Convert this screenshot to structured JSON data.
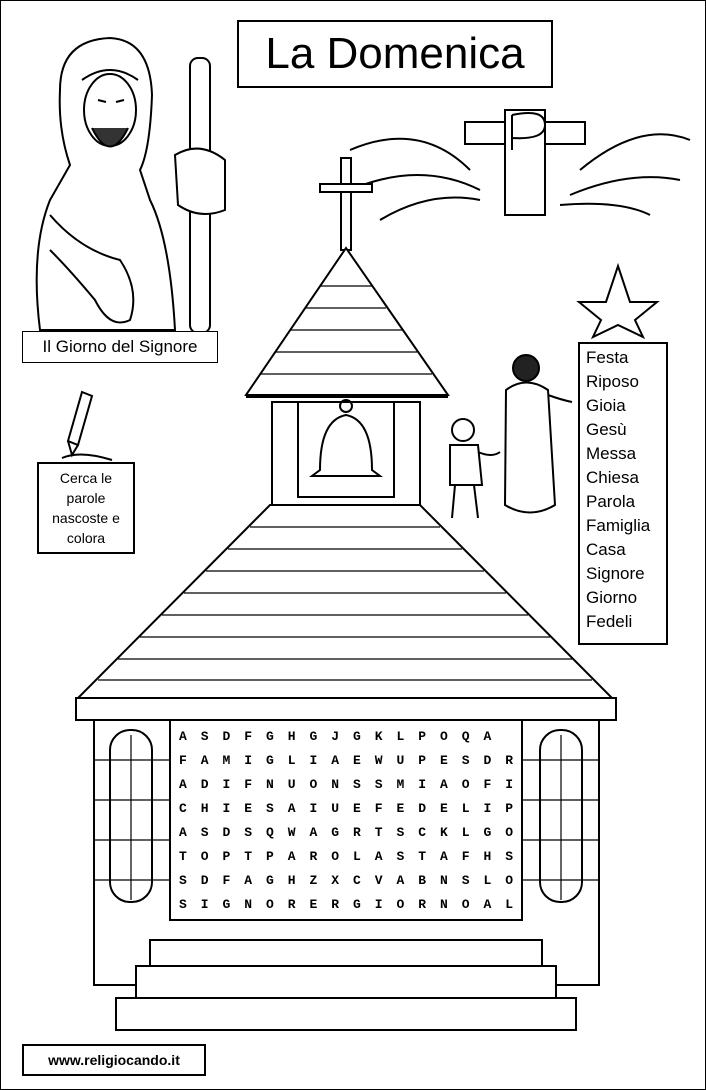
{
  "title": "La Domenica",
  "caption_giorno": "Il Giorno del Signore",
  "instructions": [
    "Cerca le",
    "parole",
    "nascoste e",
    "colora"
  ],
  "words": [
    "Festa",
    "Riposo",
    "Gioia",
    "Gesù",
    "Messa",
    "Chiesa",
    "Parola",
    "Famiglia",
    "Casa",
    "Signore",
    "Giorno",
    "Fedeli"
  ],
  "grid": [
    "ASDFGHGJGKLPOQA",
    "FAMIGLIAEWUPESDR",
    "ADIFNUONSSMIAOFI",
    "CHIESAIUEFEDELIP",
    "ASDSQWAGRTSCKLGO",
    "TOPTPAROLASTAFHS",
    "SDFAGHZXCVABNSLO",
    "SIGNORERGIORNOAL"
  ],
  "website": "www.religiocando.it"
}
